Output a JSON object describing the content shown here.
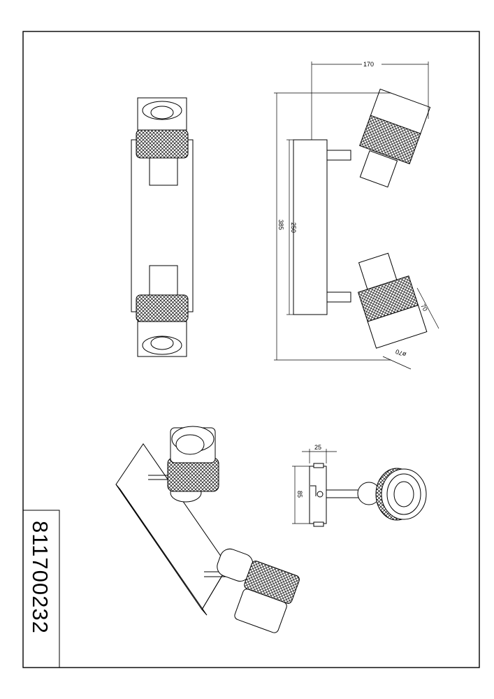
{
  "product_code": "811700232",
  "dimensions": {
    "top_width": "170",
    "overall_height": "385",
    "base_length": "250",
    "head_length": "70",
    "head_diameter": "ø70",
    "bracket_depth": "25",
    "bracket_height": "85"
  },
  "colors": {
    "line": "#000000",
    "background": "#ffffff"
  }
}
